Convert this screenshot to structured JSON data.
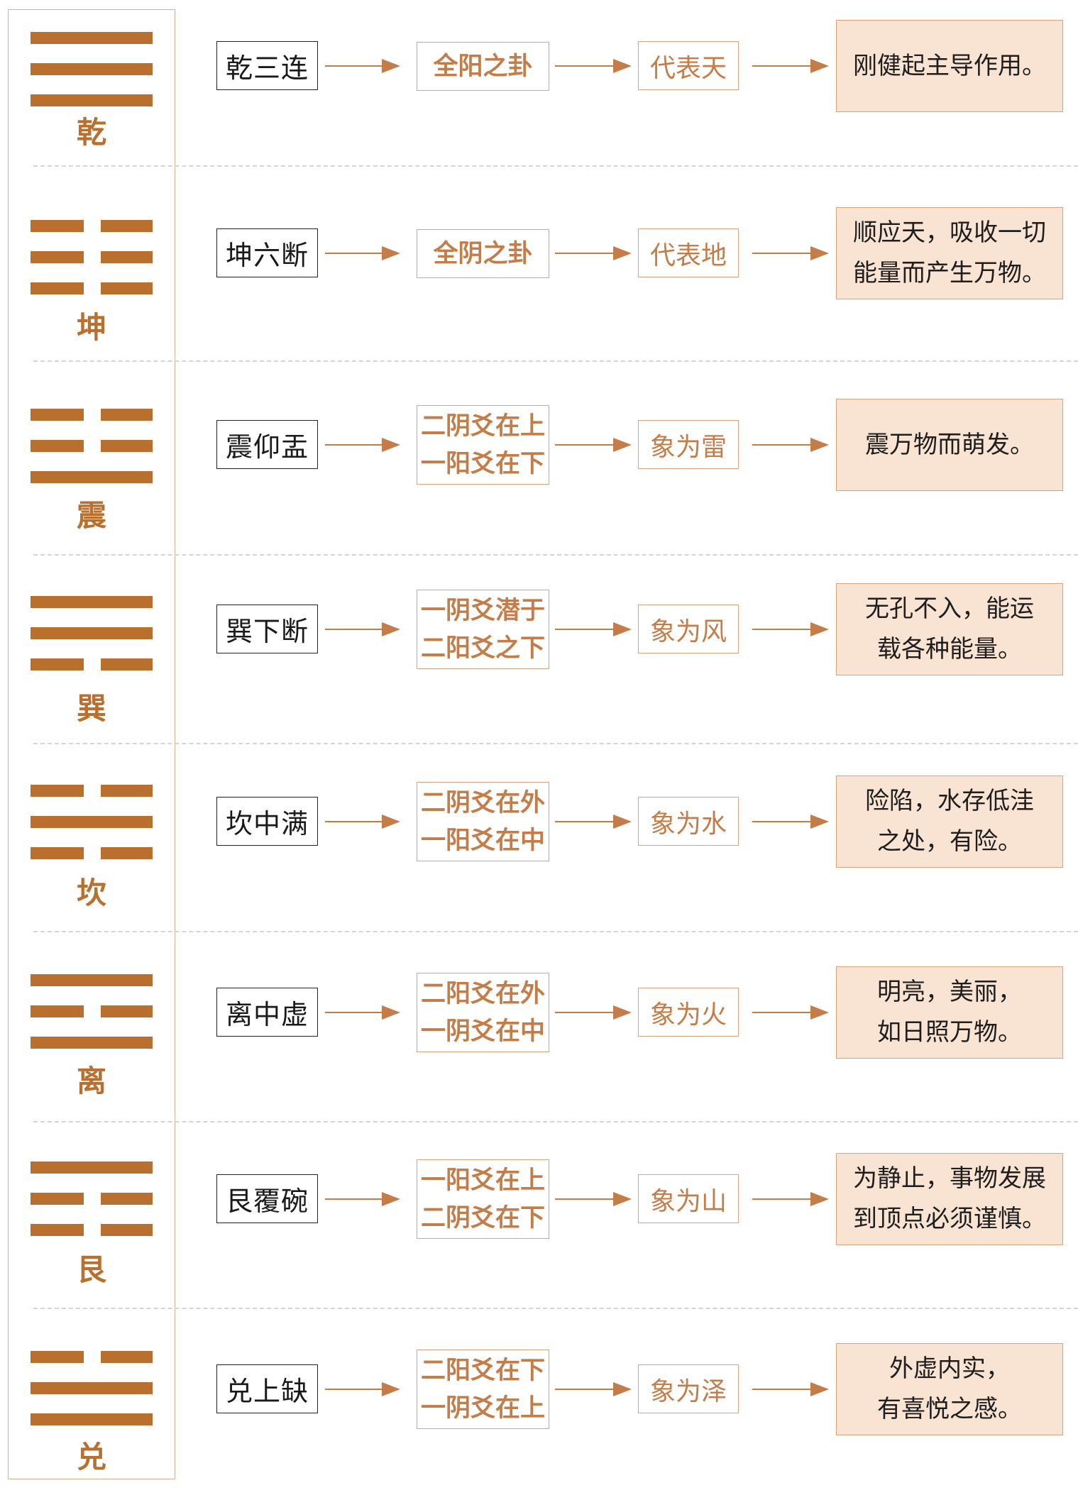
{
  "colors": {
    "trigram": "#b9702f",
    "accent_text": "#c47d48",
    "accent_border": "#d7a57d",
    "meaning_bg": "#f9e3d2"
  },
  "trigrams": [
    {
      "name": "乾",
      "lines_top_to_bottom": [
        "yang",
        "yang",
        "yang"
      ],
      "mnemonic": "乾三连",
      "yao": [
        "全阳之卦"
      ],
      "symbol": "代表天",
      "meaning": [
        "刚健起主导作用。"
      ]
    },
    {
      "name": "坤",
      "lines_top_to_bottom": [
        "yin",
        "yin",
        "yin"
      ],
      "mnemonic": "坤六断",
      "yao": [
        "全阴之卦"
      ],
      "symbol": "代表地",
      "meaning": [
        "顺应天，吸收一切",
        "能量而产生万物。"
      ]
    },
    {
      "name": "震",
      "lines_top_to_bottom": [
        "yin",
        "yin",
        "yang"
      ],
      "mnemonic": "震仰盂",
      "yao": [
        "二阴爻在上",
        "一阳爻在下"
      ],
      "symbol": "象为雷",
      "meaning": [
        "震万物而萌发。"
      ]
    },
    {
      "name": "巽",
      "lines_top_to_bottom": [
        "yang",
        "yang",
        "yin"
      ],
      "mnemonic": "巽下断",
      "yao": [
        "一阴爻潜于",
        "二阳爻之下"
      ],
      "symbol": "象为风",
      "meaning": [
        "无孔不入，能运",
        "载各种能量。"
      ]
    },
    {
      "name": "坎",
      "lines_top_to_bottom": [
        "yin",
        "yang",
        "yin"
      ],
      "mnemonic": "坎中满",
      "yao": [
        "二阴爻在外",
        "一阳爻在中"
      ],
      "symbol": "象为水",
      "meaning": [
        "险陷，水存低洼",
        "之处，有险。"
      ]
    },
    {
      "name": "离",
      "lines_top_to_bottom": [
        "yang",
        "yin",
        "yang"
      ],
      "mnemonic": "离中虚",
      "yao": [
        "二阳爻在外",
        "一阴爻在中"
      ],
      "symbol": "象为火",
      "meaning": [
        "明亮，美丽，",
        "如日照万物。"
      ]
    },
    {
      "name": "艮",
      "lines_top_to_bottom": [
        "yang",
        "yin",
        "yin"
      ],
      "mnemonic": "艮覆碗",
      "yao": [
        "一阳爻在上",
        "二阴爻在下"
      ],
      "symbol": "象为山",
      "meaning": [
        "为静止，事物发展",
        "到顶点必须谨慎。"
      ]
    },
    {
      "name": "兑",
      "lines_top_to_bottom": [
        "yin",
        "yang",
        "yang"
      ],
      "mnemonic": "兑上缺",
      "yao": [
        "二阳爻在下",
        "一阴爻在上"
      ],
      "symbol": "象为泽",
      "meaning": [
        "外虚内实，",
        "有喜悦之感。"
      ]
    }
  ]
}
